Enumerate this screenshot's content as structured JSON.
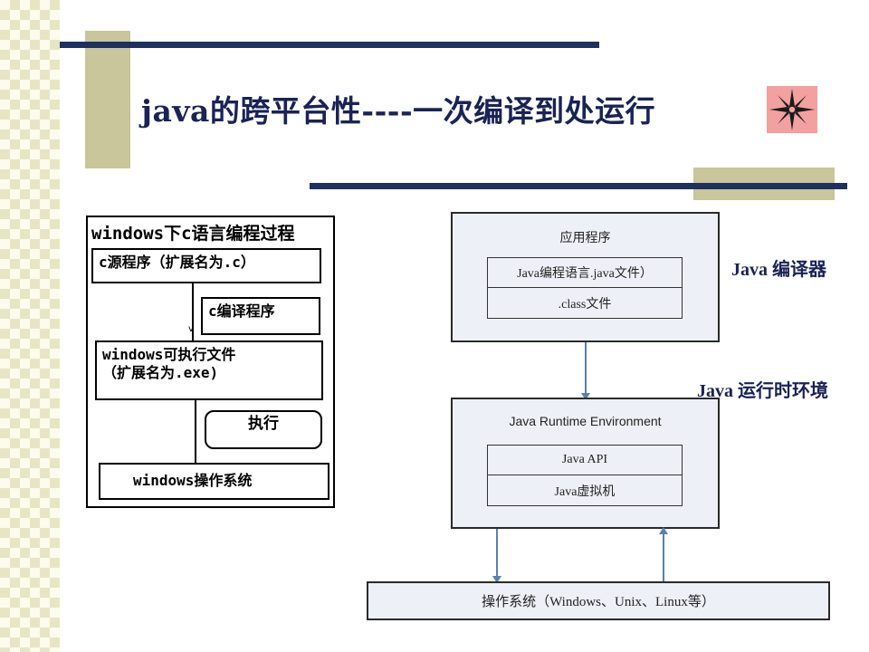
{
  "title": "java的跨平台性----一次编译到处运行",
  "decor": {
    "accent_navy": "#1f2f5e",
    "accent_olive": "#c8c69a",
    "star_bg": "#f2a0a0",
    "icon": "compass-star-icon"
  },
  "left_diagram": {
    "title": "windows下c语言编程过程",
    "source": "c源程序（扩展名为.c）",
    "compiler": "c编译程序",
    "exe": "windows可执行文件\n（扩展名为.exe)",
    "run": "执行",
    "os": "windows操作系统",
    "arrow_mark": "v"
  },
  "right_diagram": {
    "app_title": "应用程序",
    "app_rows": [
      "Java编程语言.java文件）",
      ".class文件"
    ],
    "jre_title": "Java Runtime Environment",
    "jre_rows": [
      "Java API",
      "Java虚拟机"
    ],
    "os": "操作系统（Windows、Unix、Linux等）",
    "label_compiler": "Java 编译器",
    "label_runtime": "Java 运行时环境"
  }
}
